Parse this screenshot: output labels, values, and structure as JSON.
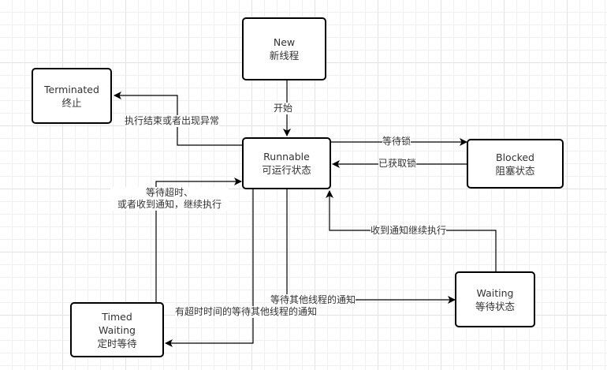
{
  "states": {
    "new": {
      "en": "New",
      "zh": "新线程"
    },
    "terminated": {
      "en": "Terminated",
      "zh": "终止"
    },
    "runnable": {
      "en": "Runnable",
      "zh": "可运行状态"
    },
    "blocked": {
      "en": "Blocked",
      "zh": "阻塞状态"
    },
    "timed": {
      "en1": "Timed",
      "en2": "Waiting",
      "zh": "定时等待"
    },
    "waiting": {
      "en": "Waiting",
      "zh": "等待状态"
    }
  },
  "transitions": {
    "start": "开始",
    "finish": "执行结束或者出现异常",
    "wait_lock": "等待锁",
    "got_lock": "已获取锁",
    "notified_continue": "收到通知继续执行",
    "timeout_line1": "等待超时、",
    "timeout_line2": "或者收到通知，继续执行",
    "wait_notify": "等待其他线程的通知",
    "timed_wait_notify": "有超时时间的等待其他线程的通知"
  }
}
